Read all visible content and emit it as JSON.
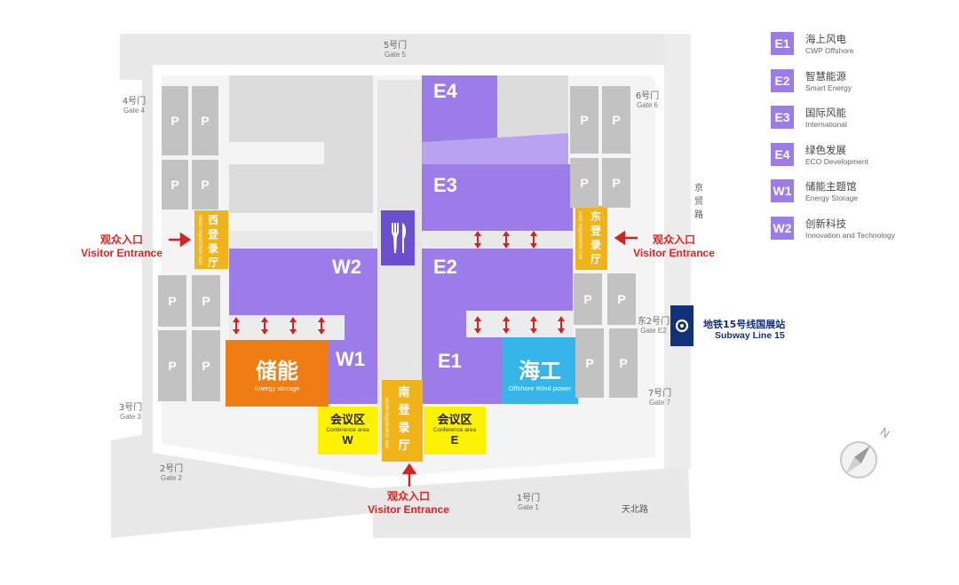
{
  "legend": [
    {
      "code": "E1",
      "cn": "海上风电",
      "en": "CWP Offshore"
    },
    {
      "code": "E2",
      "cn": "智慧能源",
      "en": "Smart Energy"
    },
    {
      "code": "E3",
      "cn": "国际风能",
      "en": "International"
    },
    {
      "code": "E4",
      "cn": "绿色发展",
      "en": "ECO Development"
    },
    {
      "code": "W1",
      "cn": "储能主题馆",
      "en": "Energy Storage"
    },
    {
      "code": "W2",
      "cn": "创新科技",
      "en": "Innovation and Technology"
    }
  ],
  "halls": {
    "e1": "E1",
    "e2": "E2",
    "e3": "E3",
    "e4": "E4",
    "w1": "W1",
    "w2": "W2"
  },
  "zones": {
    "energy_storage": {
      "cn": "储能",
      "en": "Energy storage"
    },
    "offshore": {
      "cn": "海工",
      "en": "Offshore Wind power"
    }
  },
  "registration": {
    "west": {
      "cn": "西登录厅",
      "en": "West registration hall"
    },
    "east": {
      "cn": "东登录厅",
      "en": "East registration hall"
    },
    "south": {
      "cn": "南登录厅",
      "en": "South registration hall"
    }
  },
  "conference": {
    "w": {
      "cn": "会议区",
      "en": "Conference area",
      "code": "W"
    },
    "e": {
      "cn": "会议区",
      "en": "Conference area",
      "code": "E"
    }
  },
  "gates": {
    "g1": {
      "cn": "1号门",
      "en": "Gate 1"
    },
    "g2": {
      "cn": "2号门",
      "en": "Gate 2"
    },
    "g3": {
      "cn": "3号门",
      "en": "Gate 3"
    },
    "g4": {
      "cn": "4号门",
      "en": "Gate 4"
    },
    "g5": {
      "cn": "5号门",
      "en": "Gate 5"
    },
    "g6": {
      "cn": "6号门",
      "en": "Gate 6"
    },
    "g7": {
      "cn": "7号门",
      "en": "Gate 7"
    },
    "ge2": {
      "cn": "东2号门",
      "en": "Gate E2"
    }
  },
  "entrances": {
    "west": {
      "cn": "观众入口",
      "en": "Visitor Entrance"
    },
    "east": {
      "cn": "观众入口",
      "en": "Visitor Entrance"
    },
    "south": {
      "cn": "观众入口",
      "en": "Visitor Entrance"
    }
  },
  "roads": {
    "east": "京\n贸\n路",
    "south": "天北路"
  },
  "subway": {
    "cn": "地铁15号线国展站",
    "en": "Subway Line 15"
  },
  "parking_label": "P",
  "north_label": "N",
  "icons": {
    "restaurant": "fork-knife-icon",
    "subway": "subway-icon",
    "compass": "compass-icon"
  },
  "colors": {
    "hall_purple": "#9b7ce8",
    "energy_orange": "#ef7d12",
    "offshore_blue": "#35b5e8",
    "registration_gold": "#f0b418",
    "conference_yellow": "#fff200",
    "entrance_red": "#d22222",
    "parking_gray": "#c2c2c2",
    "subway_navy": "#13317a"
  }
}
